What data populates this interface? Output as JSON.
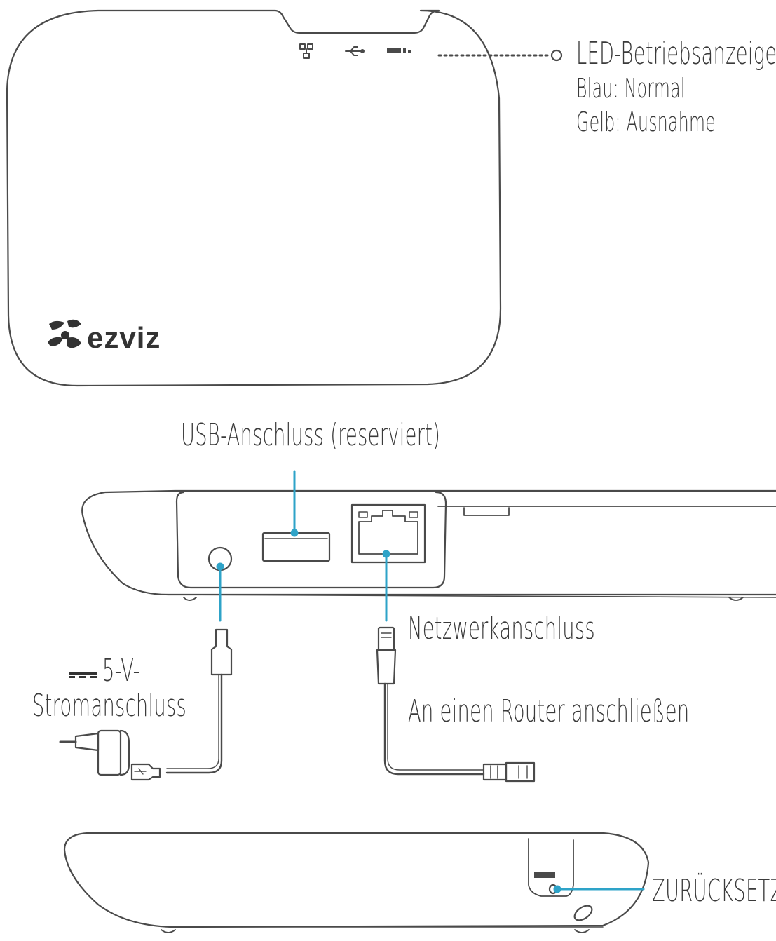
{
  "brand": {
    "logo_text": "ezviz"
  },
  "labels": {
    "led_title": "LED-Betriebsanzeige",
    "led_blue": "Blau: Normal",
    "led_yellow": "Gelb: Ausnahme",
    "usb_port": "USB-Anschluss (reserviert)",
    "network_port": "Netzwerkanschluss",
    "router": "An einen Router anschließen",
    "power_line1": "5-V-",
    "power_line2": "Stromanschluss",
    "reset": "ZURÜCKSETZ"
  },
  "colors": {
    "outline": "#4a4a4a",
    "callout": "#2ea3c8",
    "text": "#3a3a3a"
  },
  "icons": [
    "network-icon",
    "usb-icon",
    "battery-icon",
    "dc-power-icon",
    "ezviz-logo-icon"
  ]
}
